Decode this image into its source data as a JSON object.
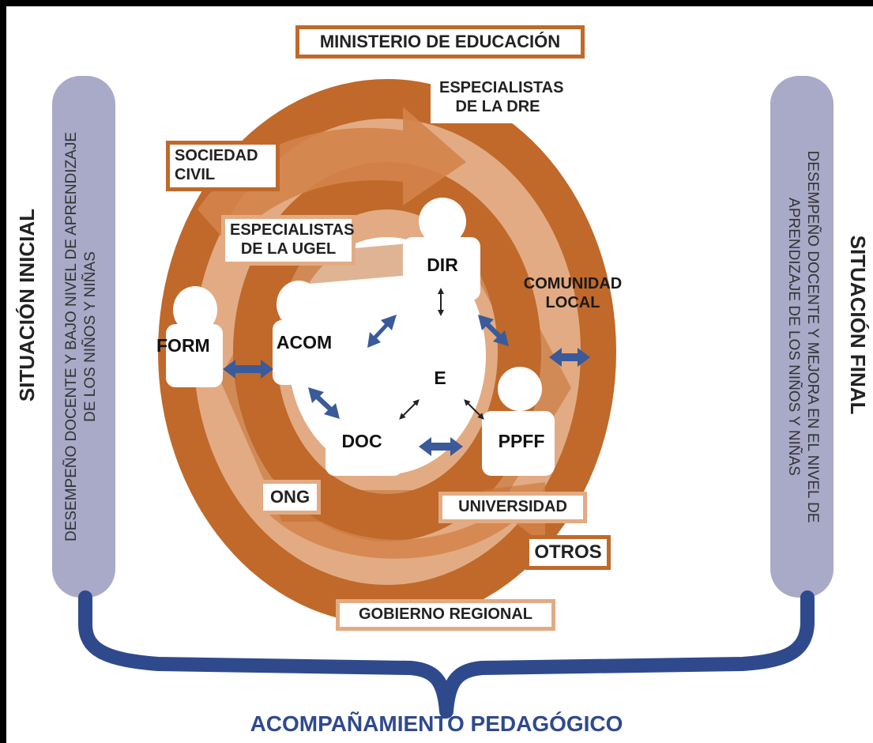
{
  "title": "MINISTERIO DE EDUCACIÓN",
  "bottom_title": "ACOMPAÑAMIENTO PEDAGÓGICO",
  "left": {
    "title": "SITUACIÓN INICIAL",
    "description": "DESEMPEÑO DOCENTE Y BAJO NIVEL DE APRENDIZAJE\nDE LOS NIÑOS Y NIÑAS"
  },
  "right": {
    "title": "SITUACIÓN FINAL",
    "description": "DESEMPEÑO DOCENTE Y MEJORA EN EL NIVEL DE\nAPRENDIZAJE DE LOS NIÑOS Y NIÑAS"
  },
  "labels": {
    "dre": "ESPECIALISTAS\nDE LA DRE",
    "sociedad": "SOCIEDAD\nCIVIL",
    "ugel": "ESPECIALISTAS\nDE LA UGEL",
    "comunidad": "COMUNIDAD\nLOCAL",
    "ong": "ONG",
    "universidad": "UNIVERSIDAD",
    "otros": "OTROS",
    "gobierno": "GOBIERNO REGIONAL"
  },
  "people": {
    "dir": "DIR",
    "e": "E",
    "form": "FORM",
    "acom": "ACOM",
    "doc": "DOC",
    "ppff": "PPFF"
  },
  "colors": {
    "dark_orange": "#c0692a",
    "light_orange": "#e0a67a",
    "side_bar": "#a9a9c8",
    "brace": "#2f4a8c",
    "arrow": "#3a5a9a"
  }
}
